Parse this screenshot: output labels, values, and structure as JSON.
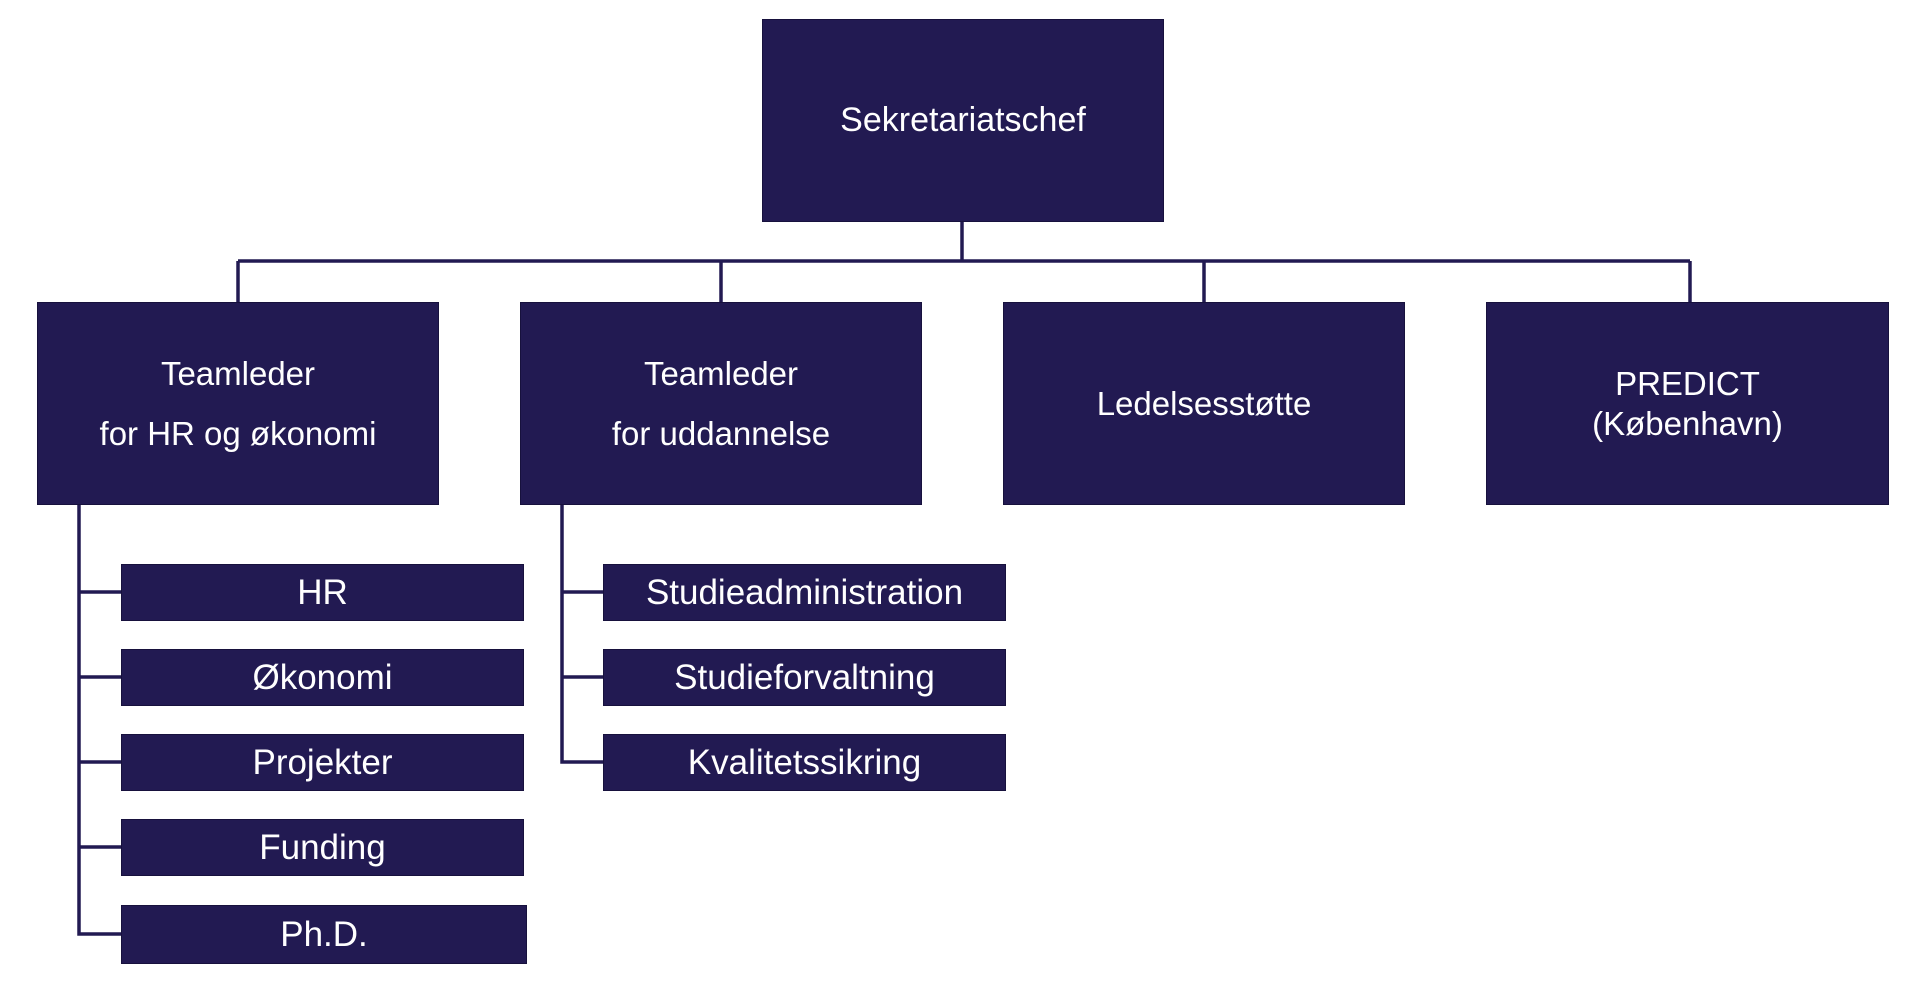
{
  "colors": {
    "box_fill": "#221a52",
    "connector": "#221a52",
    "text": "#ffffff",
    "background": "#ffffff"
  },
  "root": {
    "label": "Sekretariatschef"
  },
  "level1": [
    {
      "line1": "Teamleder",
      "line2": "for HR og økonomi"
    },
    {
      "line1": "Teamleder",
      "line2": "for uddannelse"
    },
    {
      "line1": "Ledelsesstøtte"
    },
    {
      "line1": "PREDICT",
      "line2": "(København)"
    }
  ],
  "hr_team": [
    "HR",
    "Økonomi",
    "Projekter",
    "Funding",
    "Ph.D."
  ],
  "education_team": [
    "Studieadministration",
    "Studieforvaltning",
    "Kvalitetssikring"
  ]
}
